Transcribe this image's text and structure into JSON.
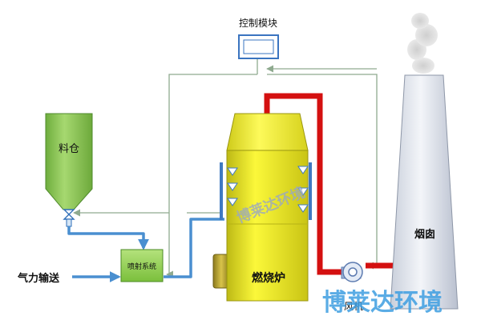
{
  "labels": {
    "control_module": "控制模块",
    "silo": "料仓",
    "pneumatic": "气力输送",
    "spray_system": "喷射系统",
    "furnace": "燃烧炉",
    "chimney": "烟囱",
    "fan": "风机"
  },
  "watermarks": {
    "center": "博莱达环境",
    "bottom": "博莱达环境"
  },
  "colors": {
    "control_line": "#8faa8f",
    "feed_pipe": "#4a8fd0",
    "flue_pipe": "#d41010",
    "furnace_fill": "#f2ef1c",
    "silo_fill": "#8ec85a",
    "spray_fill": "#8fd04a",
    "chimney_fill": "#e8ecf3",
    "watermark_bottom": "#3d9ee0",
    "watermark_center": "#9aa8bf"
  }
}
